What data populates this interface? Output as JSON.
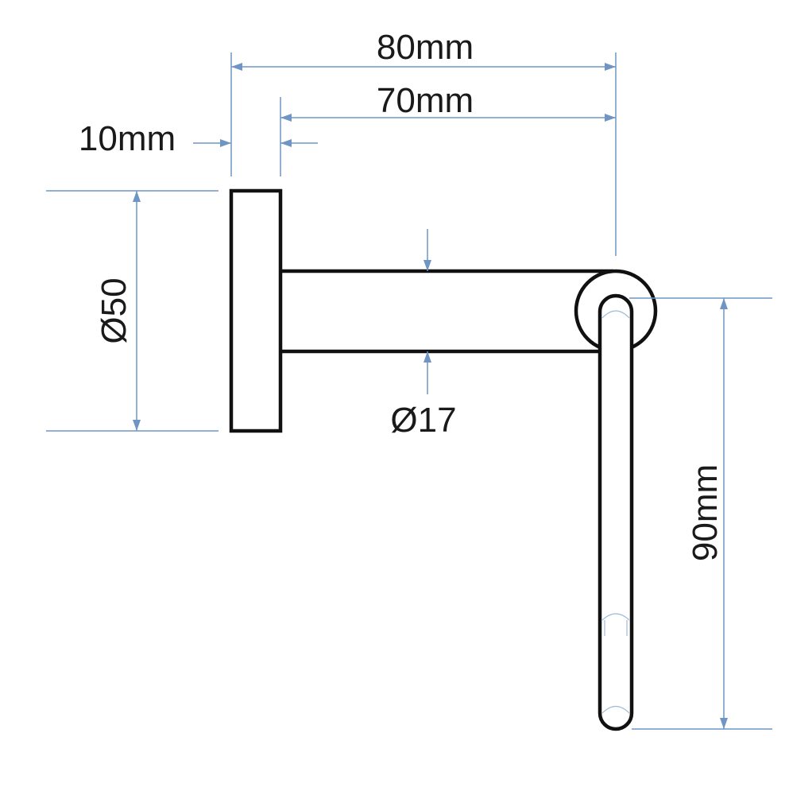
{
  "dimensions": {
    "overall_length": "80mm",
    "arm_length": "70mm",
    "base_thickness": "10mm",
    "base_diameter": "Ø50",
    "arm_diameter": "Ø17",
    "hook_length": "90mm"
  },
  "colors": {
    "dimension_lines": "#6f95c4",
    "outline": "#111111",
    "background": "#ffffff"
  }
}
